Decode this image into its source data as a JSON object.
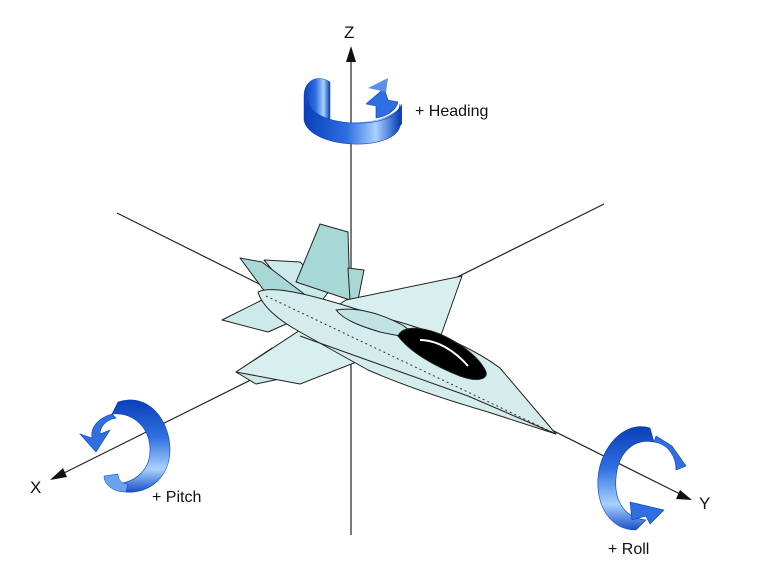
{
  "axes": {
    "x_label": "X",
    "y_label": "Y",
    "z_label": "Z"
  },
  "rotations": {
    "heading_label": "+ Heading",
    "pitch_label": "+ Pitch",
    "roll_label": "+ Roll"
  },
  "colors": {
    "arrow_dark": "#0a3fb8",
    "arrow_mid": "#2f6fe0",
    "arrow_light": "#a9d2ff",
    "aircraft_body": "#cdeaea",
    "aircraft_fin": "#a8d8d6",
    "canopy": "#000000",
    "line": "#222222"
  }
}
